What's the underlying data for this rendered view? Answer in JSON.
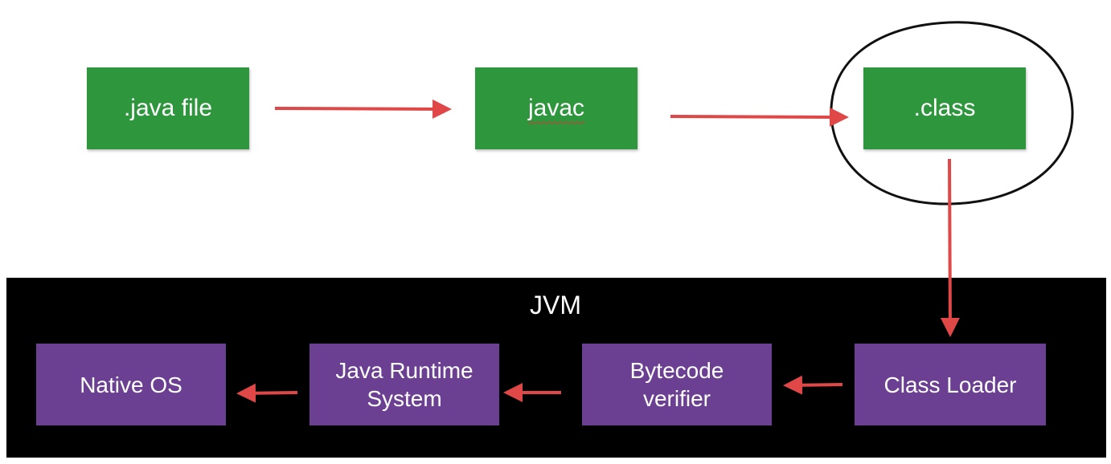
{
  "diagram": {
    "nodes": {
      "java_file": ".java file",
      "javac": "javac",
      "class_file": ".class",
      "class_loader": "Class Loader",
      "bytecode_verifier": "Bytecode verifier",
      "java_runtime_system": "Java Runtime System",
      "native_os": "Native OS"
    },
    "jvm_label": "JVM",
    "edges": [
      {
        "from": ".java file",
        "to": "javac"
      },
      {
        "from": "javac",
        "to": ".class"
      },
      {
        "from": ".class",
        "to": "Class Loader"
      },
      {
        "from": "Class Loader",
        "to": "Bytecode verifier"
      },
      {
        "from": "Bytecode verifier",
        "to": "Java Runtime System"
      },
      {
        "from": "Java Runtime System",
        "to": "Native OS"
      }
    ],
    "highlighted_node": ".class",
    "colors": {
      "compile_box": "#2e963d",
      "jvm_box": "#6b3f91",
      "jvm_background": "#000000",
      "arrow": "#e04848",
      "highlight_circle": "#111111"
    }
  }
}
